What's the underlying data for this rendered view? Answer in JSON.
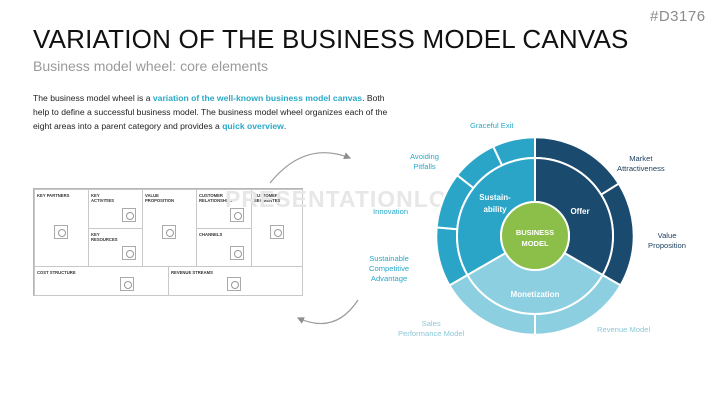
{
  "slide_id": "#D3176",
  "title": "VARIATION OF THE BUSINESS MODEL CANVAS",
  "subtitle": "Business model wheel: core elements",
  "description": {
    "p1": "The business model wheel is a ",
    "h1": "variation of the well-known business model canvas",
    "p2": ". Both help to define a successful business model. The business model wheel organizes each of the eight areas into a parent category and provides a ",
    "h2": "quick overview",
    "p3": "."
  },
  "watermark": "PRESENTATIONLOAD",
  "canvas": {
    "key_partners": "KEY PARTNERS",
    "key_activities": "KEY ACTIVITIES",
    "value_proposition": "VALUE PROPOSITION",
    "customer_relationships": "CUSTOMER RELATIONSHIPS",
    "customer_segments": "CUSTOMER SEGMENTES",
    "key_resources": "KEY RESOURCES",
    "channels": "CHANNELS",
    "cost_structure": "COST STRUCTURE",
    "revenue_streams": "REVENUE STREAMS"
  },
  "wheel": {
    "center": [
      "BUSINESS",
      "MODEL"
    ],
    "inner": {
      "sustainability": [
        "Sustain-",
        "ability"
      ],
      "offer": "Offer",
      "monetization": "Monetization"
    },
    "outer_labels": {
      "graceful_exit": "Graceful Exit",
      "avoiding_pitfalls": [
        "Avoiding",
        "Pitfalls"
      ],
      "innovation": "Innovation",
      "sustainable_competitive_advantage": [
        "Sustainable",
        "Competitive",
        "Advantage"
      ],
      "sales_performance_model": [
        "Sales",
        "Performance Model"
      ],
      "revenue_model": "Revenue Model",
      "value_proposition": [
        "Value",
        "Proposition"
      ],
      "market_attractiveness": [
        "Market",
        "Attractiveness"
      ]
    },
    "colors": {
      "offer": "#1a4a6e",
      "sustainability": "#2aa5c8",
      "monetization": "#8ccfe0",
      "center": "#8cbf4a",
      "label_primary": "#2aa9c7",
      "label_dark": "#1a3d5c"
    }
  }
}
